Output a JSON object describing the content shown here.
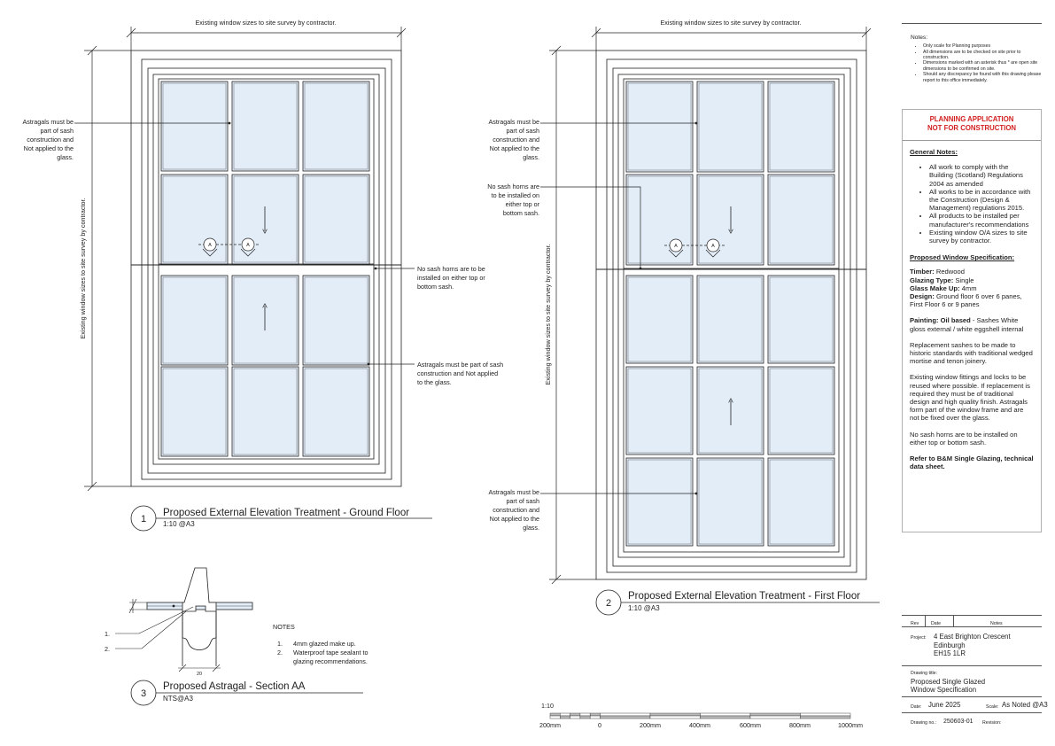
{
  "dimension_text": "Existing window  sizes to site survey by contractor.",
  "annotations": {
    "astragals_multi": [
      "Astragals must be",
      "part of sash",
      "construction and",
      "Not applied to the",
      "glass."
    ],
    "horns_left": [
      "No sash horns are",
      "to be installed on",
      "either top or",
      "bottom sash."
    ],
    "horns_right": [
      "No sash horns are to be",
      "installed on either top or",
      "bottom sash."
    ],
    "astragals_right": [
      "Astragals must be part of sash",
      "construction and Not applied",
      "to the glass."
    ]
  },
  "section_marker": "A",
  "views": [
    {
      "number": "1",
      "title": "Proposed External Elevation Treatment - Ground Floor",
      "scale": "1:10 @A3"
    },
    {
      "number": "2",
      "title": "Proposed External Elevation Treatment - First Floor",
      "scale": "1:10 @A3"
    },
    {
      "number": "3",
      "title": "Proposed Astragal - Section AA",
      "scale": "NTS@A3"
    }
  ],
  "section_detail": {
    "callouts": [
      "1.",
      "2."
    ],
    "dimension": "20",
    "notes_title": "NOTES",
    "notes": [
      {
        "num": "1.",
        "text": "4mm glazed make up."
      },
      {
        "num": "2.",
        "text": "Waterproof tape sealant to"
      },
      {
        "num": "",
        "text": "glazing recommendations."
      }
    ]
  },
  "scale_bar": {
    "ratio": "1:10",
    "labels": [
      "200mm",
      "0",
      "200mm",
      "400mm",
      "600mm",
      "800mm",
      "1000mm"
    ]
  },
  "notes_panel": {
    "title": "Notes:",
    "items": [
      "Only scale for Planning purposes",
      "All dimensions are to be checked on site prior to construction.",
      "Dimensions marked with an asterisk thus * are open site dimensions to be confirmed on site.",
      "Should any discrepancy be found with this drawing please report to this office immediately."
    ]
  },
  "planning": {
    "warning_line1": "PLANNING APPLICATION",
    "warning_line2": "NOT FOR CONSTRUCTION",
    "general_title": "General Notes:",
    "general_items": [
      "All work to comply with the Building (Scotland) Regulations 2004 as amended",
      "All works to be in accordance with the Construction (Design & Management) regulations 2015.",
      "All products to be installed per manufacturer's recommendations",
      "Existing window O/A sizes to site survey by contractor."
    ],
    "spec_title": "Proposed Window Specification:",
    "timber_label": "Timber:",
    "timber_value": " Redwood",
    "glazing_label": "Glazing Type:",
    "glazing_value": " Single",
    "glass_label": "Glass Make Up:",
    "glass_value": " 4mm",
    "design_label": "Design:",
    "design_value": " Ground floor 6 over 6 panes, First Floor 6 or 9 panes",
    "painting_label": "Painting: Oil based",
    "painting_value": " - Sashes White gloss external / white eggshell internal",
    "para_replacement": "Replacement sashes to be made to historic standards with traditional wedged mortise and tenon joinery.",
    "para_fittings": "Existing window fittings and locks to be reused where possible. If replacement is required they must be of traditional design and high quality finish. Astragals form part of the window frame and are not be fixed over the glass.",
    "para_horns": "No sash horns are to be installed on either top or bottom sash.",
    "refer": "Refer to B&M Single Glazing, technical data sheet."
  },
  "title_block": {
    "rev_label": "Rev",
    "date_label": "Date",
    "notes_label": "Notes",
    "project_label": "Project:",
    "project_lines": [
      "4 East Brighton Crescent",
      "Edinburgh",
      "EH15 1LR"
    ],
    "drawing_title_label": "Drawing title:",
    "drawing_title_lines": [
      "Proposed Single Glazed",
      "Window Specification"
    ],
    "date_field_label": "Date:",
    "date_value": "June 2025",
    "scale_label": "Scale:",
    "scale_value": "As Noted @A3",
    "drawing_no_label": "Drawing no.:",
    "drawing_no_value": "250603-01",
    "revision_label": "Revision:"
  },
  "colors": {
    "glass": "#e3edf8",
    "line": "#2a2a2a",
    "warning": "#d21f1f"
  }
}
